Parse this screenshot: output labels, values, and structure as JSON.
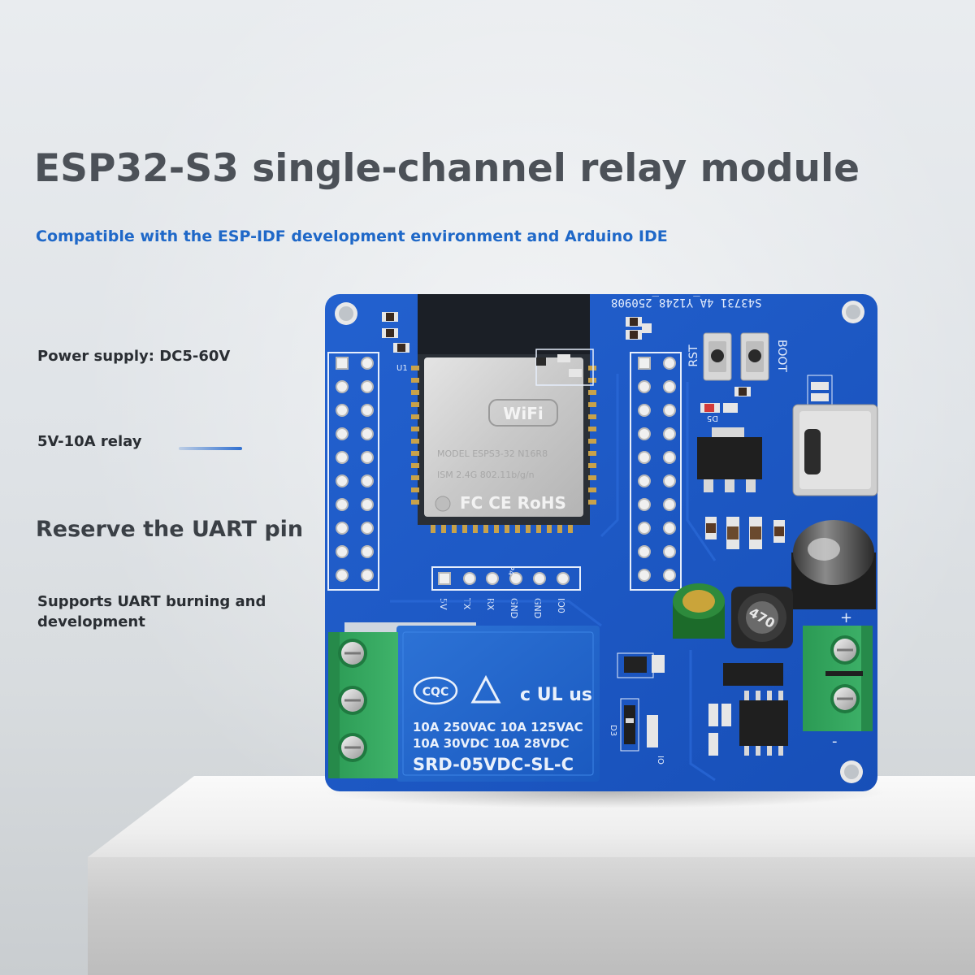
{
  "title": "ESP32-S3 single-channel relay module",
  "subtitle": "Compatible with the ESP-IDF development environment and Arduino IDE",
  "features": [
    "Power supply: DC5-60V",
    "5V-10A relay",
    "Reserve the UART pin",
    "Supports UART burning and development"
  ],
  "board": {
    "serial": "S43731 4A_Y1248_250908",
    "u1": "U1",
    "rst": "RST",
    "boot": "BOOT",
    "d5": "D5",
    "p4": "P4",
    "d3": "D3",
    "io": "IO",
    "inductor": "470",
    "pins": [
      "5V",
      "TX",
      "RX",
      "GND",
      "GND",
      "IO0"
    ],
    "plus": "+",
    "minus": "-",
    "module": {
      "wifi": "WiFi",
      "model": "MODEL ESPS3-32  N16R8",
      "ism": "ISM 2.4G 802.11b/g/n",
      "certs": "FC CE RoHS"
    },
    "relay": {
      "cqc": "CQC",
      "ul": "c UL us",
      "rating_line1": "10A 250VAC  10A 125VAC",
      "rating_line2": "10A  30VDC  10A  28VDC",
      "model": "SRD-05VDC-SL-C"
    }
  },
  "colors": {
    "pcb": "#1b57c4",
    "title": "#4c5158",
    "subtitle": "#1f68c8",
    "terminal": "#2fa05a",
    "relay": "#1f64c8"
  }
}
